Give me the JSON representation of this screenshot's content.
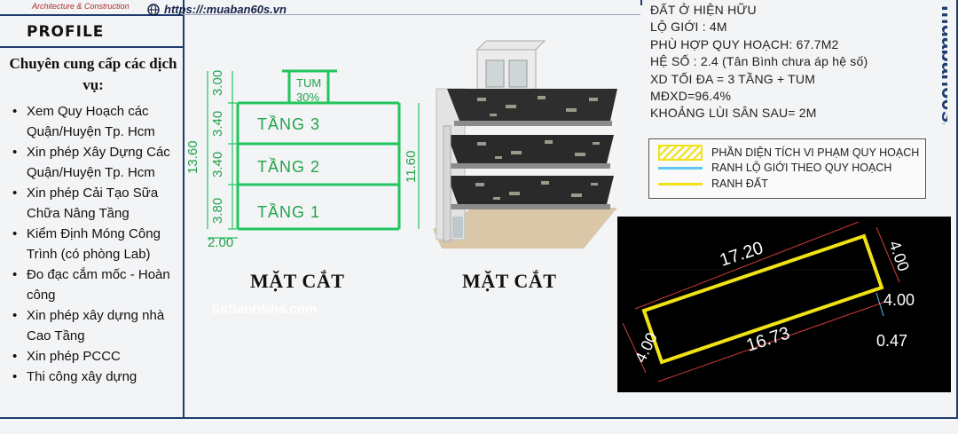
{
  "header": {
    "brand_subtitle": "Architecture & Construction",
    "website": "https://:muaban60s.vn",
    "profile_label": "PROFILE"
  },
  "services": {
    "title": "Chuyên cung cấp các dịch vụ:",
    "items": [
      "Xem Quy Hoạch các Quận/Huyện Tp. Hcm",
      "Xin phép Xây Dựng Các Quận/Huyện Tp. Hcm",
      "Xin phép Cải Tạo Sữa Chữa Nâng Tầng",
      "Kiểm Định Móng Công Trình (có phòng Lab)",
      "Đo đạc cắm mốc - Hoàn công",
      "Xin phép xây dựng nhà Cao Tầng",
      "Xin phép PCCC",
      "Thi công xây dựng"
    ]
  },
  "section_drawing": {
    "caption": "MẶT CẮT",
    "tum_label": "TUM",
    "tum_percent": "30%",
    "floors": [
      "TẦNG 3",
      "TẦNG 2",
      "TẦNG 1"
    ],
    "left_dims": [
      "3.00",
      "3.40",
      "3.40",
      "3.80"
    ],
    "total_height": "13.60",
    "right_height": "11.60",
    "setback": "2.00"
  },
  "model_3d": {
    "caption": "MẶT CẮT"
  },
  "info": {
    "lines": [
      "ĐẤT Ở HIỆN HỮU",
      "LỘ GIỚI : 4M",
      "PHÙ HỢP QUY HOẠCH: 67.7M2",
      "HỆ SỐ : 2.4 (Tân Bình chưa áp hệ số)",
      "XD TỐI ĐA = 3 TẦNG + TUM",
      "MĐXD=96.4%",
      "KHOẢNG LÙI SÂN SAU= 2M"
    ],
    "vertical_brand": "muaban60s.vn"
  },
  "legend": {
    "items": [
      {
        "label": "PHẦN DIỆN TÍCH VI PHẠM QUY HOẠCH",
        "color": "#f0e214"
      },
      {
        "label": "RANH LỘ GIỚI THEO QUY HOẠCH",
        "color": "#5ec8f0"
      },
      {
        "label": "RANH ĐẤT",
        "color": "#f0e214"
      }
    ]
  },
  "plot": {
    "top_length": "17.20",
    "bottom_length": "16.73",
    "left_width": "4.00",
    "right_width": "4.00",
    "right_width_2": "4.00",
    "offset": "0.47"
  },
  "watermark": {
    "text": "SoSanhNha.com"
  },
  "colors": {
    "frame": "#1f3c6e",
    "drawing_line": "#22c55e",
    "plot_line": "#f0e214",
    "cad_bg": "#000000"
  }
}
